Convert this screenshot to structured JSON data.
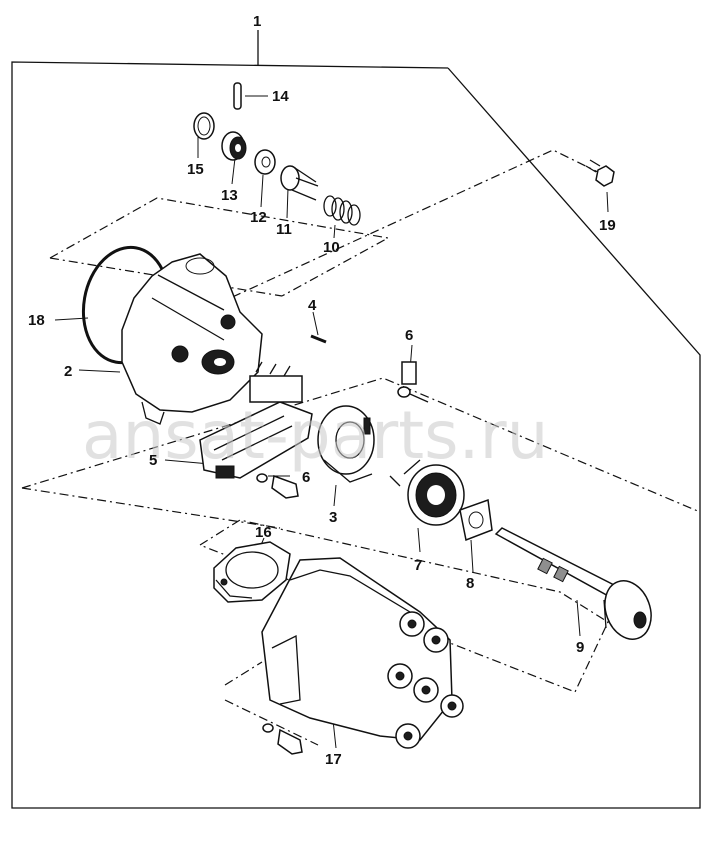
{
  "watermark": "ansat-parts.ru",
  "callouts": {
    "c1": "1",
    "c2": "2",
    "c3": "3",
    "c4": "4",
    "c5": "5",
    "c6a": "6",
    "c6b": "6",
    "c7": "7",
    "c8": "8",
    "c9": "9",
    "c10": "10",
    "c11": "11",
    "c12": "12",
    "c13": "13",
    "c14": "14",
    "c15": "15",
    "c16": "16",
    "c17": "17",
    "c18": "18",
    "c19": "19"
  }
}
